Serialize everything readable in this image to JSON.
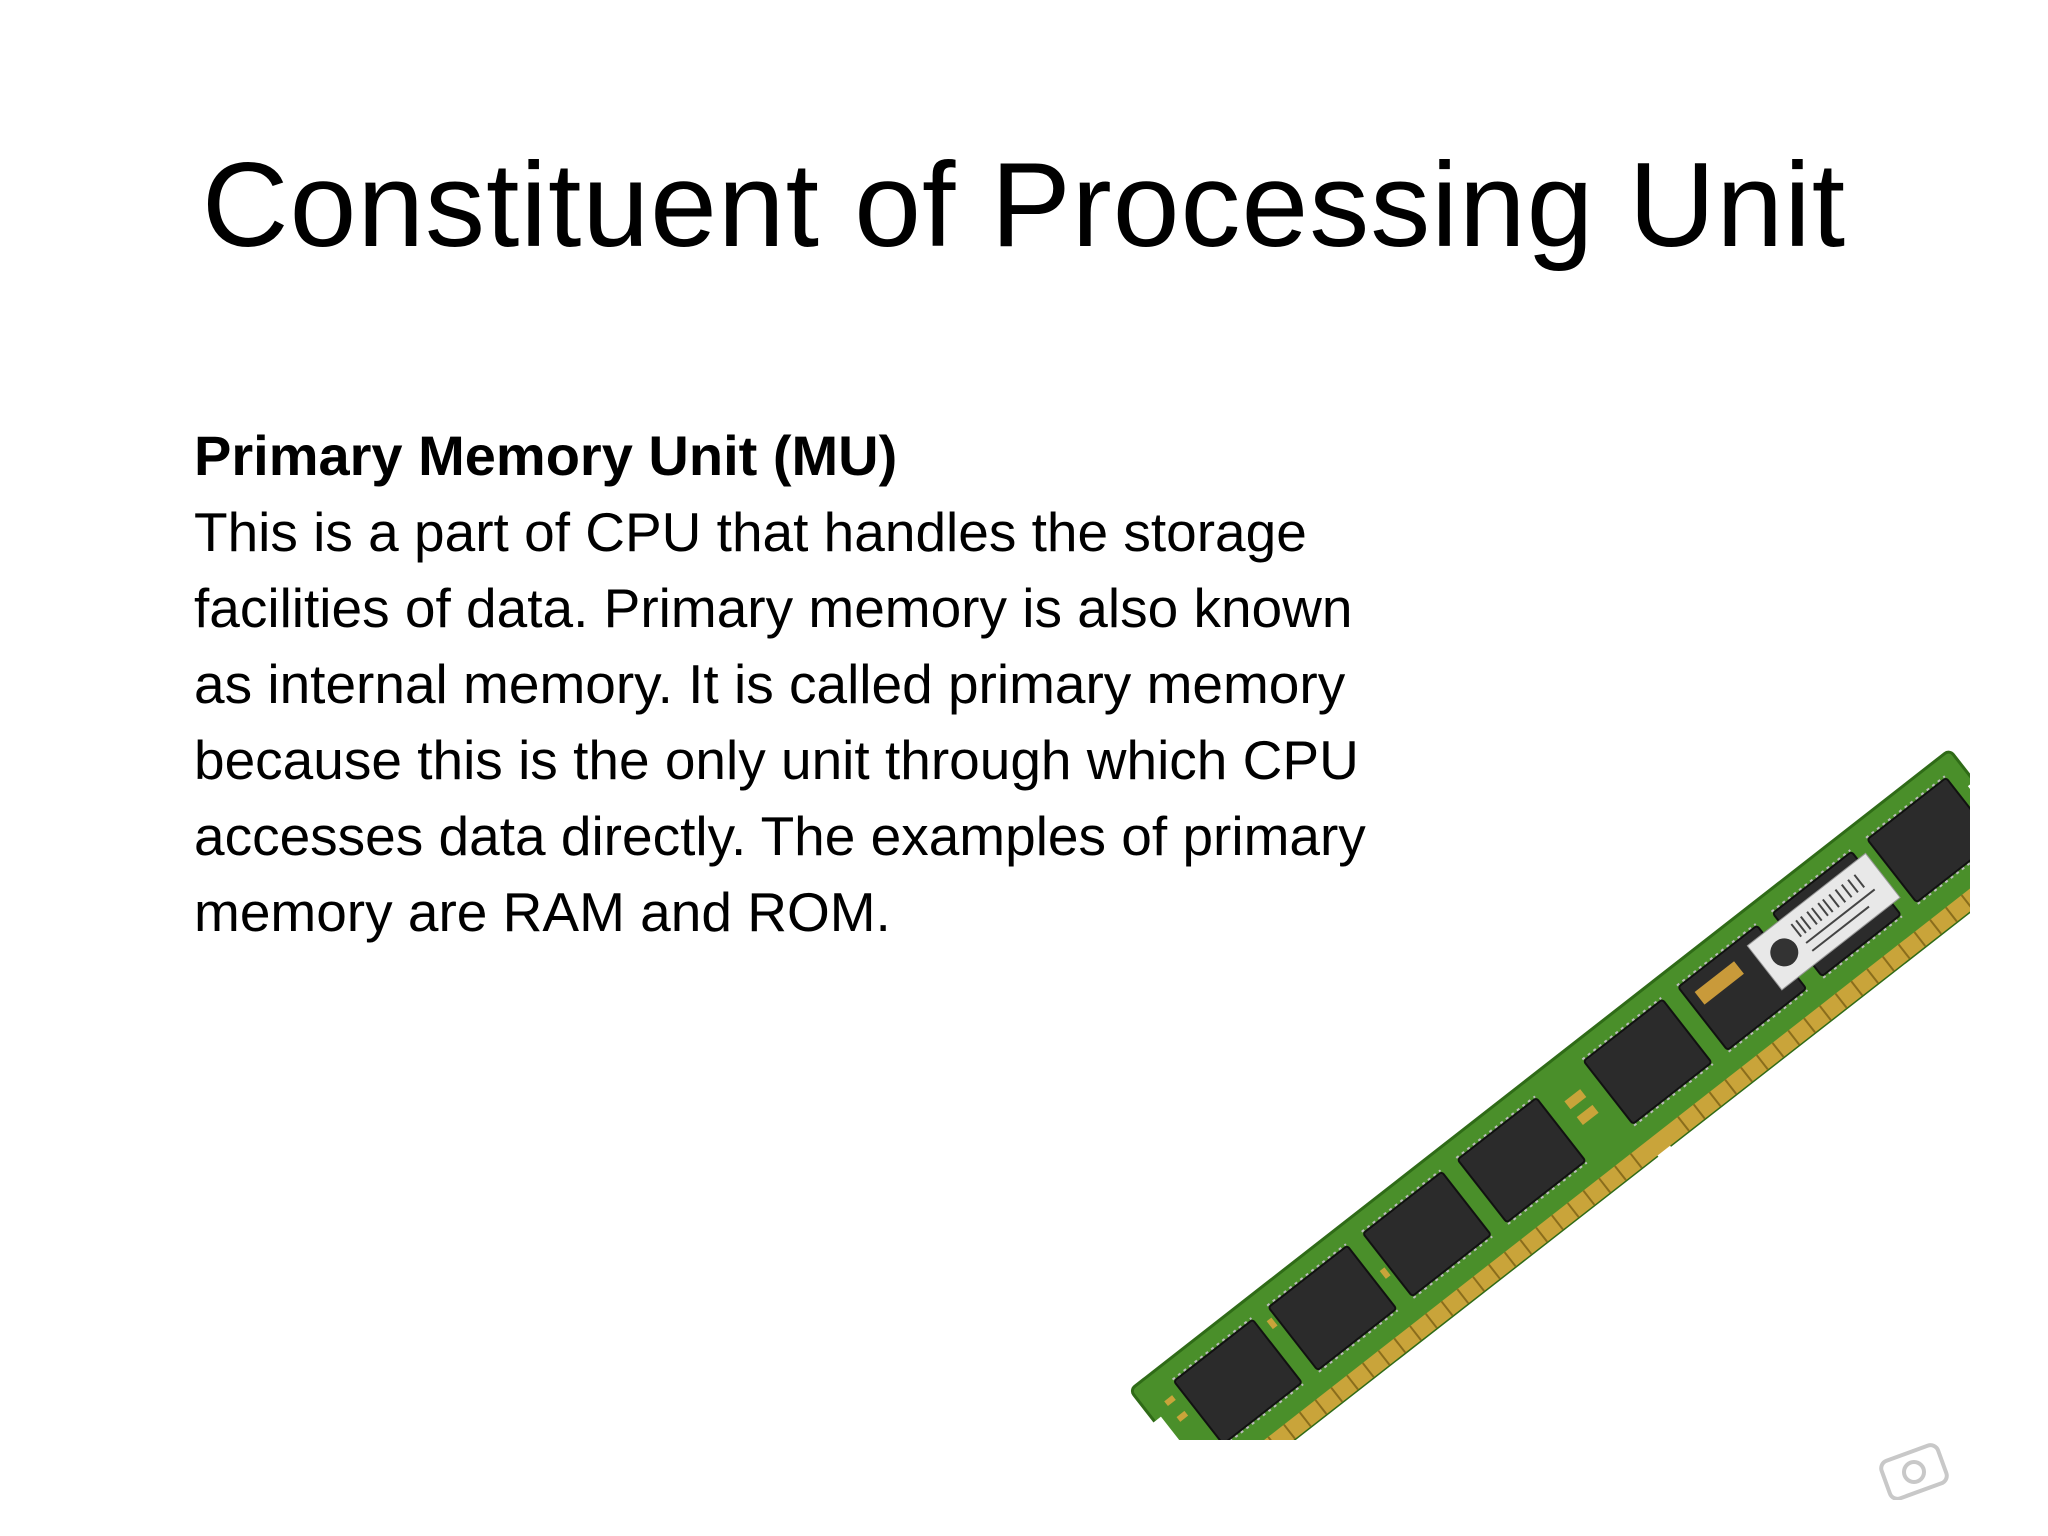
{
  "slide": {
    "title": "Constituent of Processing Unit",
    "section_heading": "Primary Memory Unit (MU)",
    "body": "This is a part of CPU that handles the storage\nfacilities of data. Primary memory is also known\nas internal memory. It is called primary memory\nbecause this is the only unit through which CPU\naccesses data directly. The examples of primary\nmemory are RAM and ROM."
  },
  "image": {
    "subject": "ram-module",
    "colors": {
      "pcb": "#4a8f2a",
      "chip": "#2b2b2b",
      "contacts": "#c9a43a",
      "label": "#e8e8e8"
    }
  }
}
